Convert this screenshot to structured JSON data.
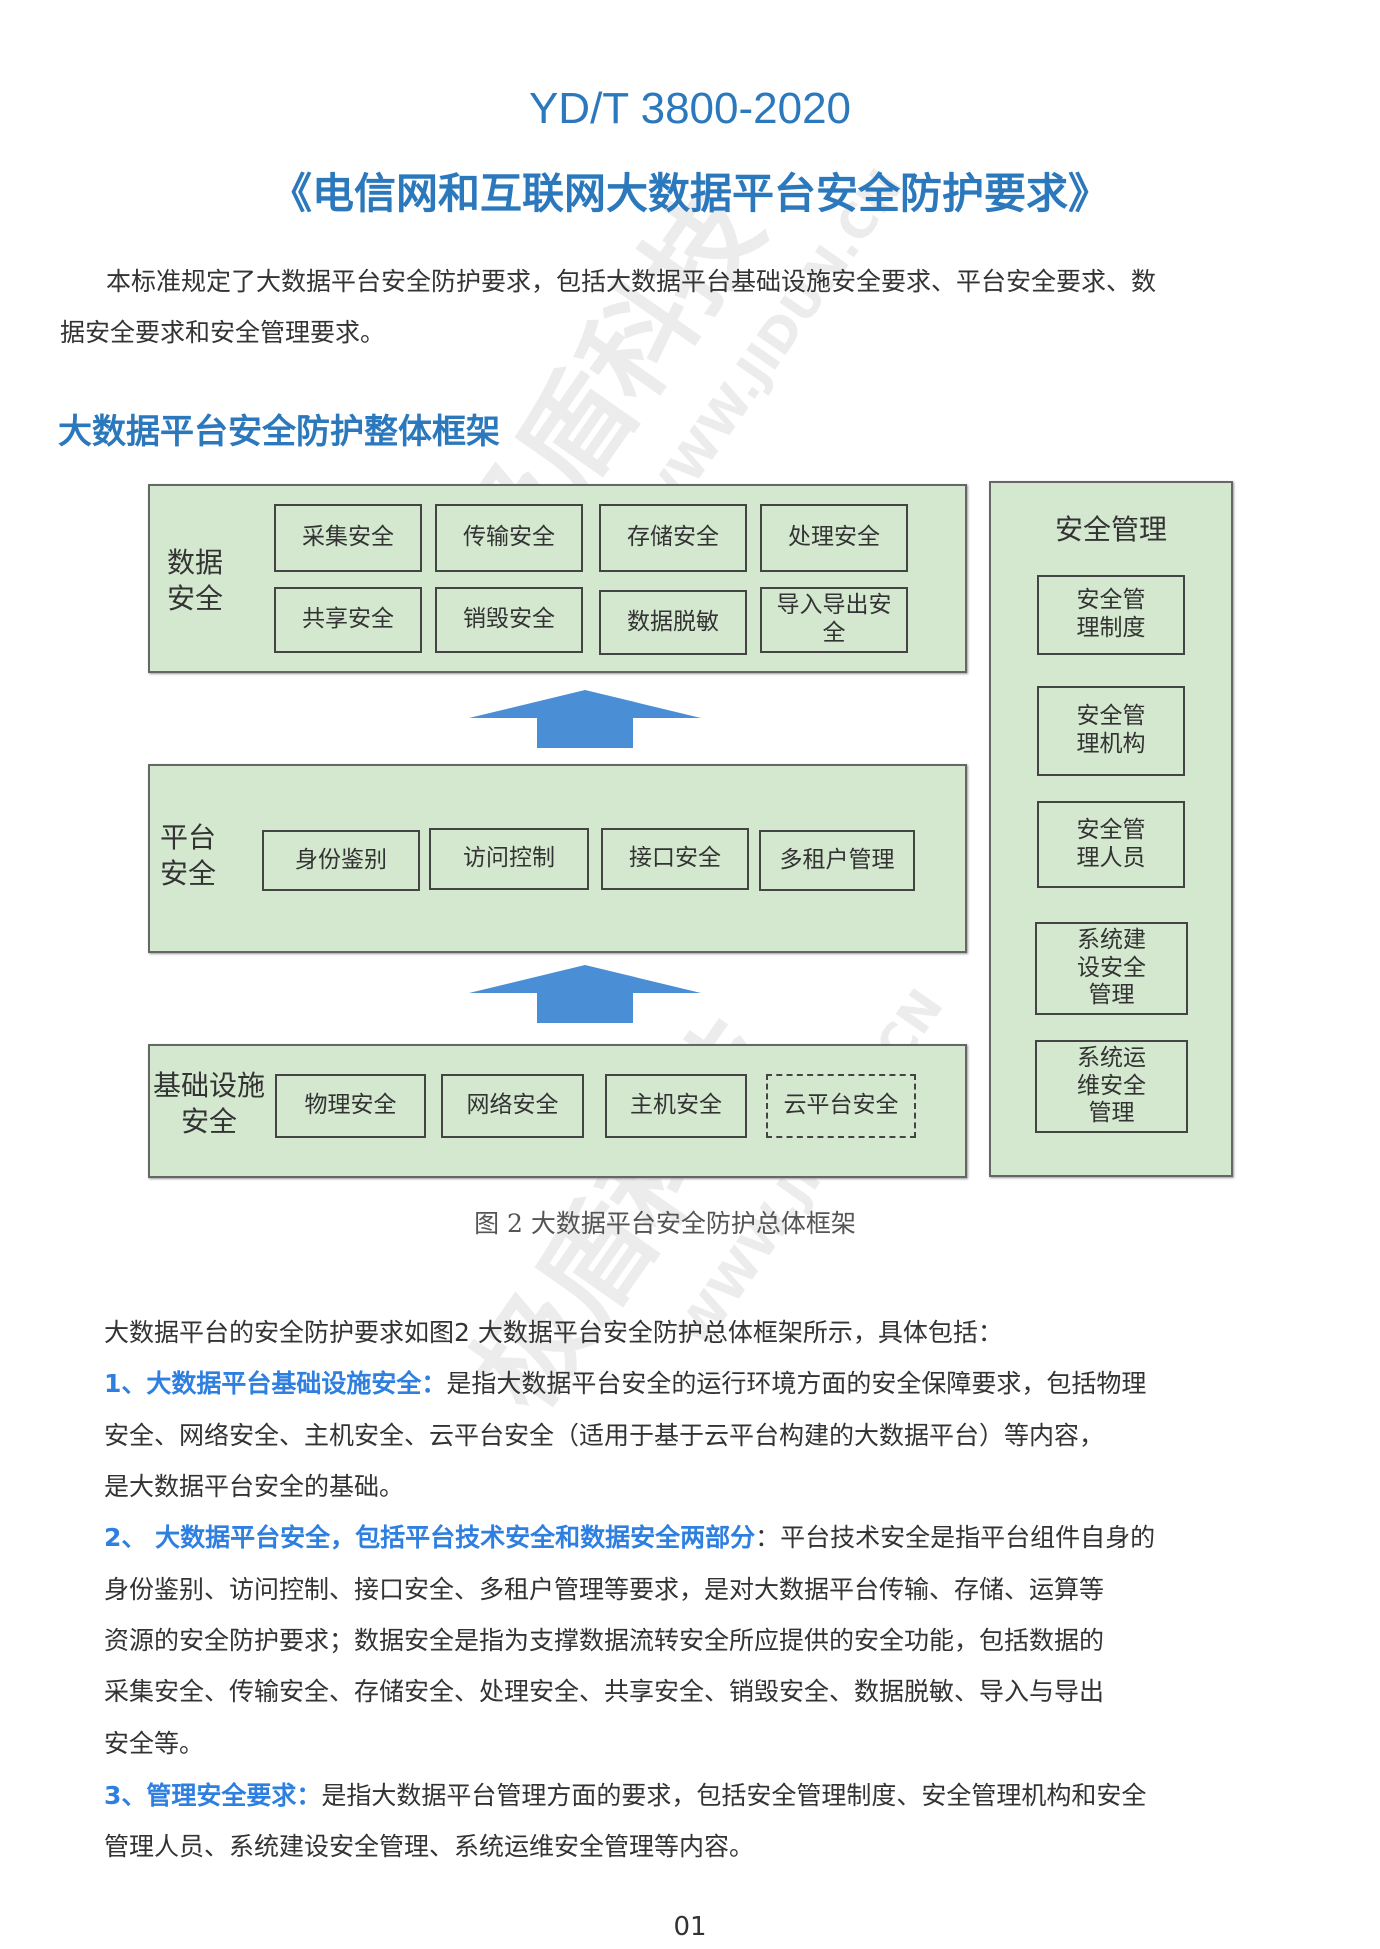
{
  "header": {
    "standard_code": "YD/T 3800-2020",
    "standard_title": "《电信网和互联网大数据平台安全防护要求》"
  },
  "intro": {
    "lines": [
      "本标准规定了大数据平台安全防护要求，包括大数据平台基础设施安全要求、平台安全要求、数",
      "据安全要求和安全管理要求。"
    ]
  },
  "section_heading": "大数据平台安全防护整体框架",
  "diagram": {
    "data_security": {
      "label": "数据安全",
      "items": [
        "采集安全",
        "传输安全",
        "存储安全",
        "处理安全",
        "共享安全",
        "销毁安全",
        "数据脱敏",
        "导入导出安全"
      ]
    },
    "platform_security": {
      "label": "平台安全",
      "items": [
        "身份鉴别",
        "访问控制",
        "接口安全",
        "多租户管理"
      ]
    },
    "infrastructure_security": {
      "label": "基础设施安全",
      "items": [
        "物理安全",
        "网络安全",
        "主机安全",
        "云平台安全"
      ]
    },
    "security_management": {
      "label": "安全管理",
      "items": [
        "安全管理制度",
        "安全管理机构",
        "安全管理人员",
        "系统建设安全管理",
        "系统运维安全管理"
      ]
    },
    "caption": "图 2  大数据平台安全防护总体框架",
    "arrow_color": "#4a8fd6",
    "fill_color": "#d4e8d0"
  },
  "body": {
    "intro_line": "大数据平台的安全防护要求如图2 大数据平台安全防护总体框架所示，具体包括：",
    "items": [
      {
        "lead": "1、大数据平台基础设施安全：",
        "lines": [
          "是指大数据平台安全的运行环境方面的安全保障要求，包括物理",
          "安全、网络安全、主机安全、云平台安全（适用于基于云平台构建的大数据平台）等内容，",
          "是大数据平台安全的基础。"
        ]
      },
      {
        "lead": "2、 大数据平台安全，包括平台技术安全和数据安全两部分",
        "lines": [
          "：平台技术安全是指平台组件自身的",
          "身份鉴别、访问控制、接口安全、多租户管理等要求，是对大数据平台传输、存储、运算等",
          "资源的安全防护要求；数据安全是指为支撑数据流转安全所应提供的安全功能，包括数据的",
          "采集安全、传输安全、存储安全、处理安全、共享安全、销毁安全、数据脱敏、导入与导出",
          "安全等。"
        ]
      },
      {
        "lead": "3、管理安全要求：",
        "lines": [
          "是指大数据平台管理方面的要求，包括安全管理制度、安全管理机构和安全",
          "管理人员、系统建设安全管理、系统运维安全管理等内容。"
        ]
      }
    ]
  },
  "watermark": {
    "cn": "极盾科技",
    "url": "WWW.JIDUN.CN"
  },
  "page_number": "01",
  "colors": {
    "title_blue": "#2b78bd",
    "highlight_blue": "#2f7fe0"
  }
}
